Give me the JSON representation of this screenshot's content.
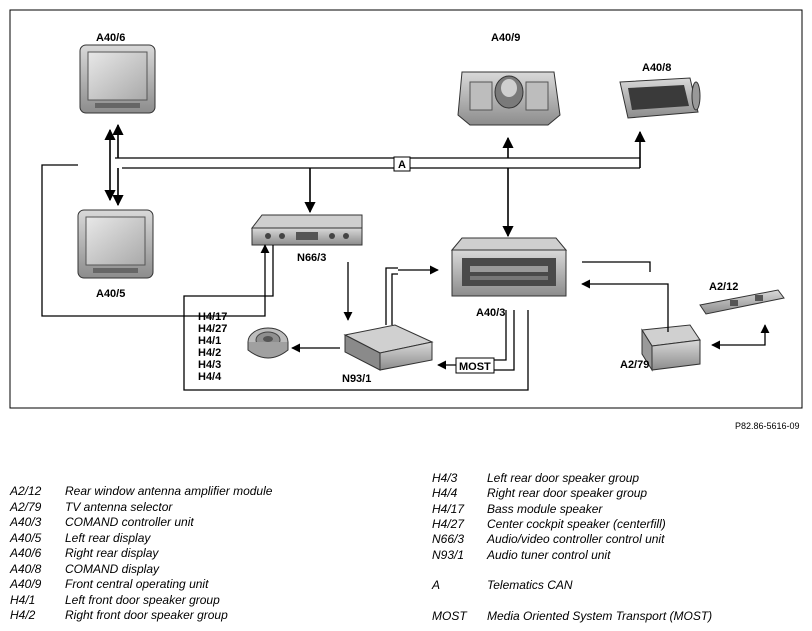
{
  "diagram": {
    "components": {
      "a40_6": "A40/6",
      "a40_5": "A40/5",
      "a40_9": "A40/9",
      "a40_8": "A40/8",
      "n66_3": "N66/3",
      "a40_3": "A40/3",
      "a2_12": "A2/12",
      "a2_79": "A2/79",
      "n93_1": "N93/1"
    },
    "speaker_labels": [
      "H4/17",
      "H4/27",
      "H4/1",
      "H4/2",
      "H4/3",
      "H4/4"
    ],
    "bus_labels": {
      "telematics": "A",
      "most": "MOST"
    },
    "reference": "P82.86-5616-09"
  },
  "legend": {
    "left": [
      {
        "code": "A2/12",
        "desc": "Rear window antenna amplifier module"
      },
      {
        "code": "A2/79",
        "desc": "TV antenna selector"
      },
      {
        "code": "A40/3",
        "desc": "COMAND controller unit"
      },
      {
        "code": "A40/5",
        "desc": "Left rear display"
      },
      {
        "code": "A40/6",
        "desc": "Right rear display"
      },
      {
        "code": "A40/8",
        "desc": "COMAND display"
      },
      {
        "code": "A40/9",
        "desc": "Front central operating unit"
      },
      {
        "code": "H4/1",
        "desc": "Left front door speaker group"
      },
      {
        "code": "H4/2",
        "desc": "Right front door speaker group"
      }
    ],
    "right": [
      {
        "code": "H4/3",
        "desc": "Left rear door speaker group"
      },
      {
        "code": "H4/4",
        "desc": "Right rear door speaker group"
      },
      {
        "code": "H4/17",
        "desc": "Bass module speaker"
      },
      {
        "code": "H4/27",
        "desc": "Center cockpit speaker (centerfill)"
      },
      {
        "code": "N66/3",
        "desc": "Audio/video controller control unit"
      },
      {
        "code": "N93/1",
        "desc": "Audio tuner control unit"
      },
      {
        "code": "",
        "desc": ""
      },
      {
        "code": "A",
        "desc": "Telematics CAN"
      },
      {
        "code": "",
        "desc": ""
      },
      {
        "code": "MOST",
        "desc": "Media Oriented System Transport (MOST)"
      }
    ]
  }
}
